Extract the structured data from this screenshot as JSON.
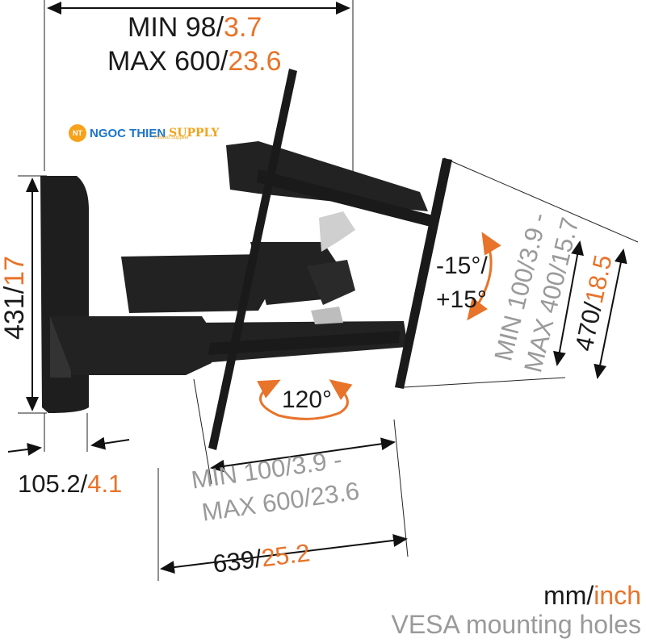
{
  "logo": {
    "badge": "NT",
    "name": "NGOC THIEN",
    "supply": "SUPPLY",
    "tagline": "Trusted Supplier"
  },
  "dimensions": {
    "top_width": {
      "min_label": "MIN 98/",
      "min_inch": "3.7",
      "max_label": "MAX 600/",
      "max_inch": "23.6"
    },
    "height": {
      "mm": "431/",
      "inch": "17"
    },
    "depth": {
      "mm": "105.2/",
      "inch": "4.1"
    },
    "vesa_horizontal": {
      "line1": "MIN 100/3.9 -",
      "line2": "MAX 600/23.6"
    },
    "total_depth": {
      "mm": "639/",
      "inch": "25.2"
    },
    "vesa_vertical": {
      "line1": "MIN 100/3.9 -",
      "line2": "MAX 400/15.7"
    },
    "plate_height": {
      "mm": "470/",
      "inch": "18.5"
    },
    "tilt": {
      "line1": "-15°/",
      "line2": "+15°"
    },
    "swivel": "120°"
  },
  "legend": {
    "unit_mm": "mm/",
    "unit_inch": "inch",
    "vesa": "VESA mounting holes"
  },
  "colors": {
    "accent": "#e8732a",
    "grey_text": "#9a9a9a",
    "mount": "#1e1e1e"
  }
}
